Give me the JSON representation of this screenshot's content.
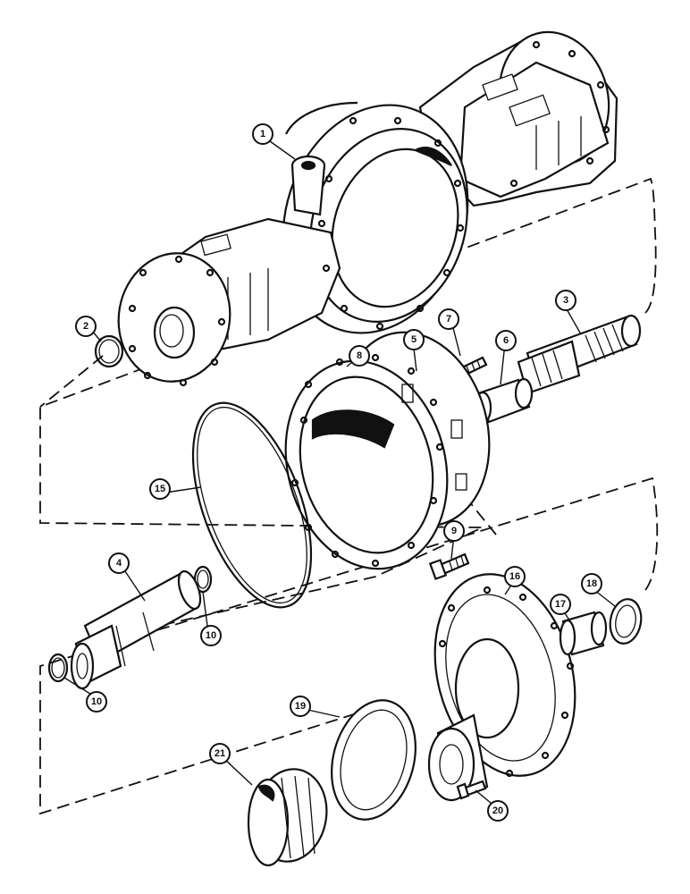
{
  "callouts": {
    "c1": "1",
    "c2": "2",
    "c3": "3",
    "c4": "4",
    "c5": "5",
    "c6": "6",
    "c7": "7",
    "c8": "8",
    "c9": "9",
    "c10a": "10",
    "c10b": "10",
    "c15": "15",
    "c16": "16",
    "c17": "17",
    "c18": "18",
    "c19": "19",
    "c20": "20",
    "c21": "21"
  }
}
